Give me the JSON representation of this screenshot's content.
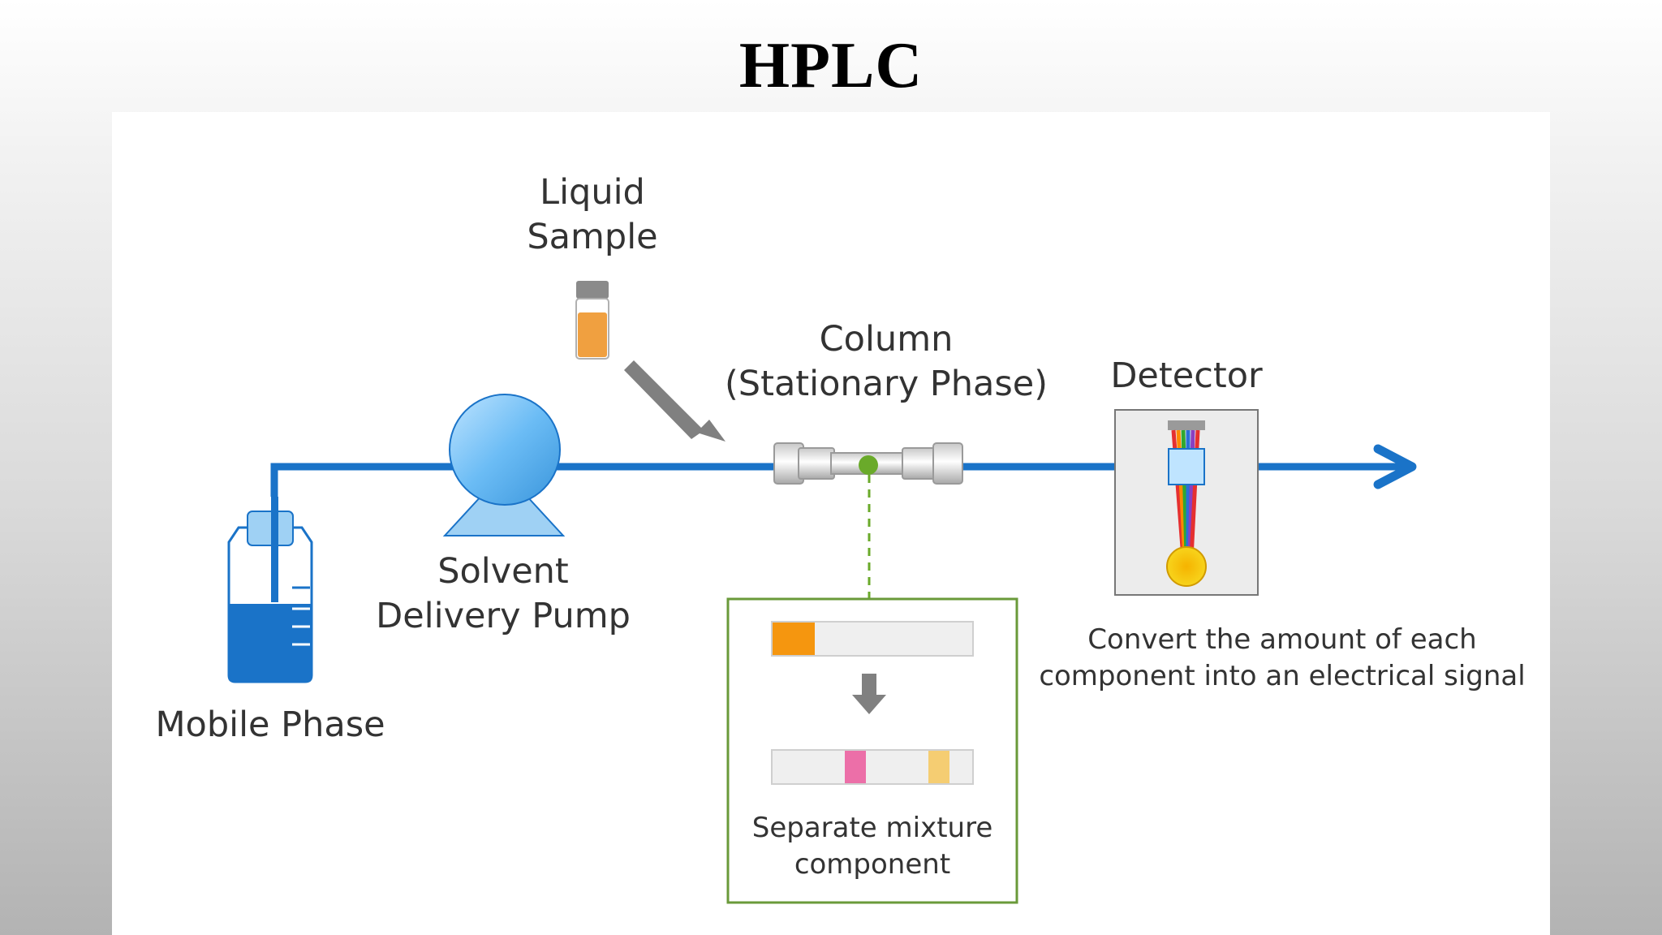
{
  "title": "HPLC",
  "labels": {
    "liquid_sample_line1": "Liquid",
    "liquid_sample_line2": "Sample",
    "column_line1": "Column",
    "column_line2": "(Stationary Phase)",
    "detector": "Detector",
    "pump_line1": "Solvent",
    "pump_line2": "Delivery Pump",
    "mobile_phase": "Mobile Phase",
    "detector_desc_line1": "Convert the amount of each",
    "detector_desc_line2": "component into an electrical signal",
    "separation_line1": "Separate mixture",
    "separation_line2": "component"
  },
  "colors": {
    "flow_line": "#1a73c8",
    "pump": "#6bbcf5",
    "sample": "#f0a040",
    "injection_dot": "#6aaa2a",
    "inset_border": "#6a9a3a",
    "band_orange": "#f5960f",
    "band_pink": "#ec6fa8",
    "band_yellow": "#f5cd72",
    "detector_lamp": "#f3c311"
  },
  "icons": {
    "bottle": "solvent-bottle-icon",
    "pump": "pump-icon",
    "vial": "sample-vial-icon",
    "column": "column-icon",
    "detector": "detector-icon"
  }
}
